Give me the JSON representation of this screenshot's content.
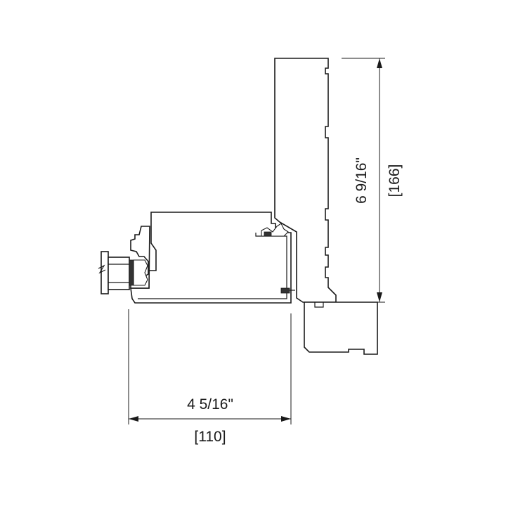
{
  "dimensions": {
    "width_imperial": "4 5/16\"",
    "width_metric": "[110]",
    "height_imperial": "6 9/16\"",
    "height_metric": "[166]"
  }
}
